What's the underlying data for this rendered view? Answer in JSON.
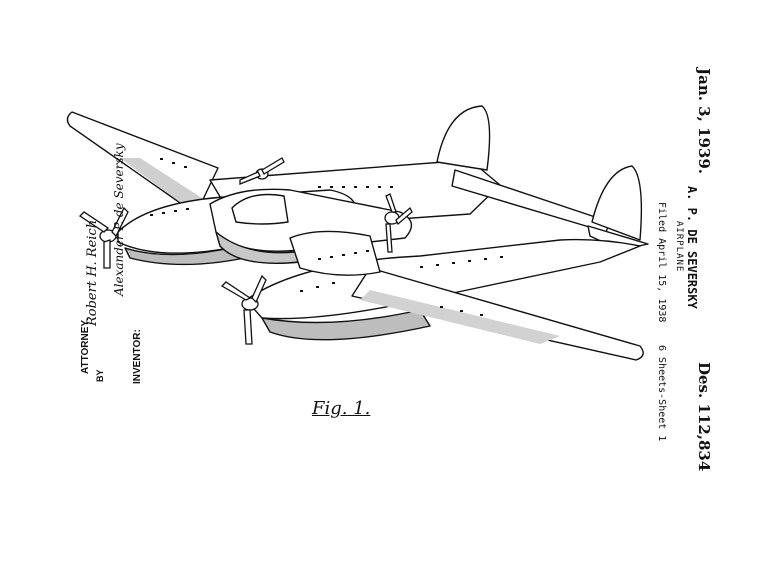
{
  "header": {
    "date": "Jan. 3, 1939.",
    "inventor_name": "A. P. DE SEVERSKY",
    "title": "AIRPLANE",
    "filed": "Filed April 15, 1938",
    "design_number": "Des. 112,834",
    "sheets": "6 Sheets-Sheet 1"
  },
  "figure": {
    "label": "Fig. 1."
  },
  "signature_block": {
    "inventor_label": "INVENTOR:",
    "inventor_signature": "Alexander P. de Seversky",
    "by_label": "BY",
    "attorney_signature": "Robert H. Reich",
    "attorney_label": "ATTORNEY."
  }
}
